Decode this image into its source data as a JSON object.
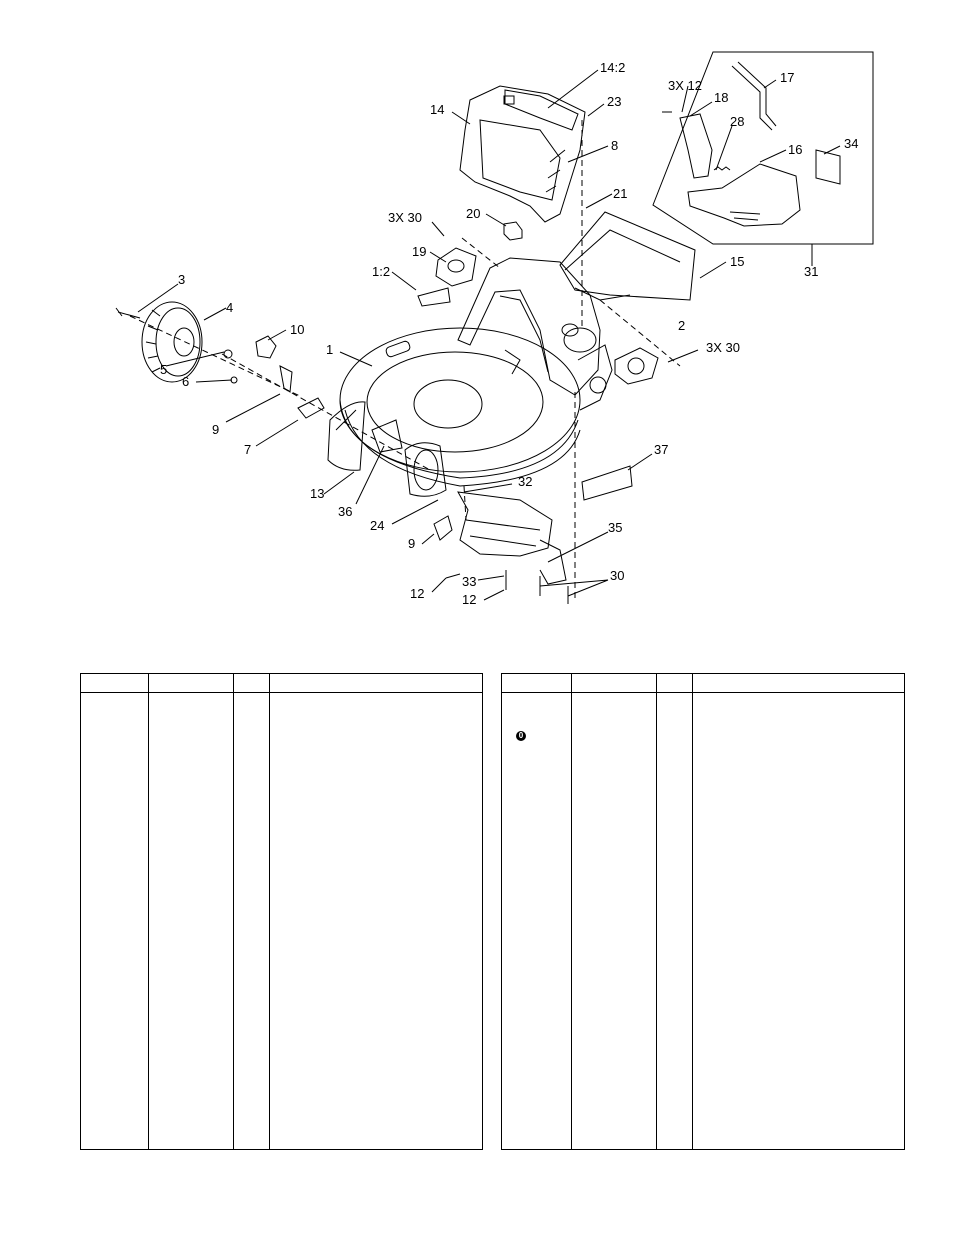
{
  "diagram": {
    "callouts": {
      "c14_2": "14:2",
      "c14": "14",
      "c23": "23",
      "c8": "8",
      "c21": "21",
      "c20": "20",
      "c3x30a": "3X 30",
      "c19": "19",
      "c1_2": "1:2",
      "c15": "15",
      "c3": "3",
      "c4": "4",
      "c10": "10",
      "c1": "1",
      "c2": "2",
      "c3x30b": "3X  30",
      "c5": "5",
      "c6": "6",
      "c9a": "9",
      "c7": "7",
      "c13": "13",
      "c36": "36",
      "c24": "24",
      "c9b": "9",
      "c32": "32",
      "c37": "37",
      "c35": "35",
      "c12a": "12",
      "c33": "33",
      "c12b": "12",
      "c30": "30",
      "c3x12": "3X 12",
      "c18": "18",
      "c17": "17",
      "c28": "28",
      "c16": "16",
      "c34": "34",
      "c31": "31"
    }
  },
  "tables": {
    "right_note_symbol": "0"
  }
}
